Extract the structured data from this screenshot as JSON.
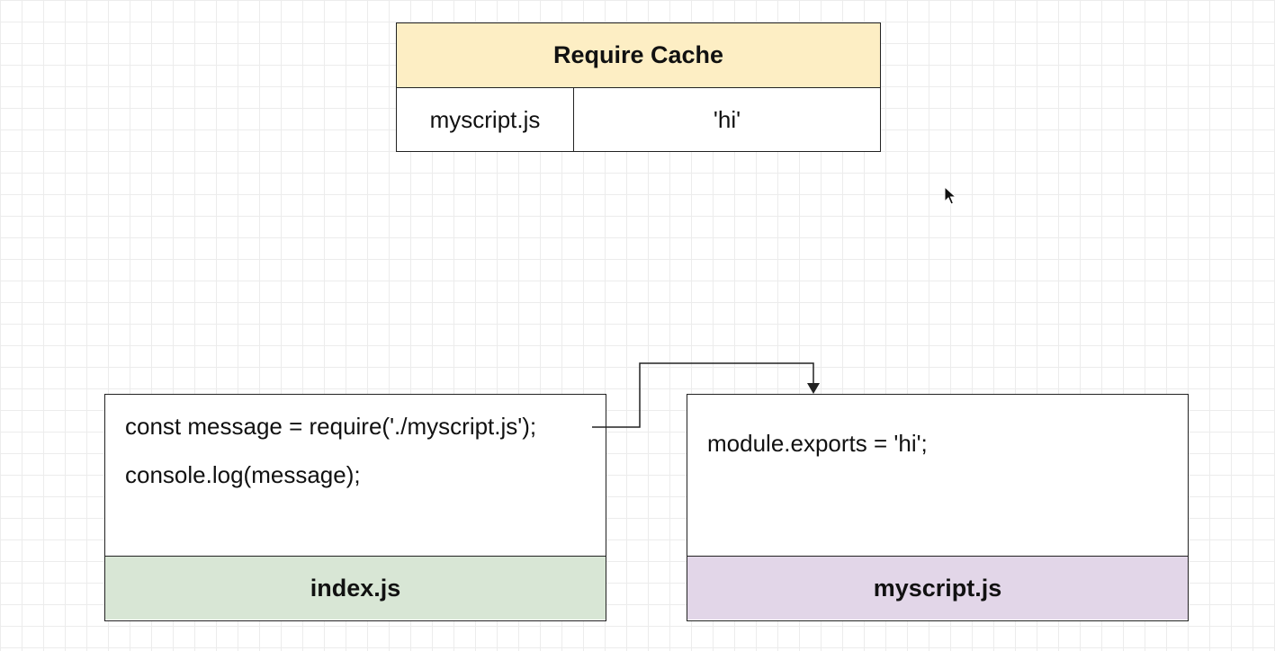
{
  "require_cache": {
    "title": "Require Cache",
    "entries": [
      {
        "key": "myscript.js",
        "value": "'hi'"
      }
    ]
  },
  "files": {
    "index": {
      "label": "index.js",
      "code_lines": [
        "const message = require('./myscript.js');",
        "console.log(message);"
      ],
      "label_color": "#d8e6d5"
    },
    "myscript": {
      "label": "myscript.js",
      "code_lines": [
        "module.exports = 'hi';"
      ],
      "label_color": "#e2d6e8"
    }
  },
  "colors": {
    "cache_header": "#fdeec4",
    "stroke": "#222222",
    "grid": "#ececec"
  },
  "icons": {
    "cursor": "mouse-pointer-icon",
    "arrow": "arrow-down-icon"
  }
}
